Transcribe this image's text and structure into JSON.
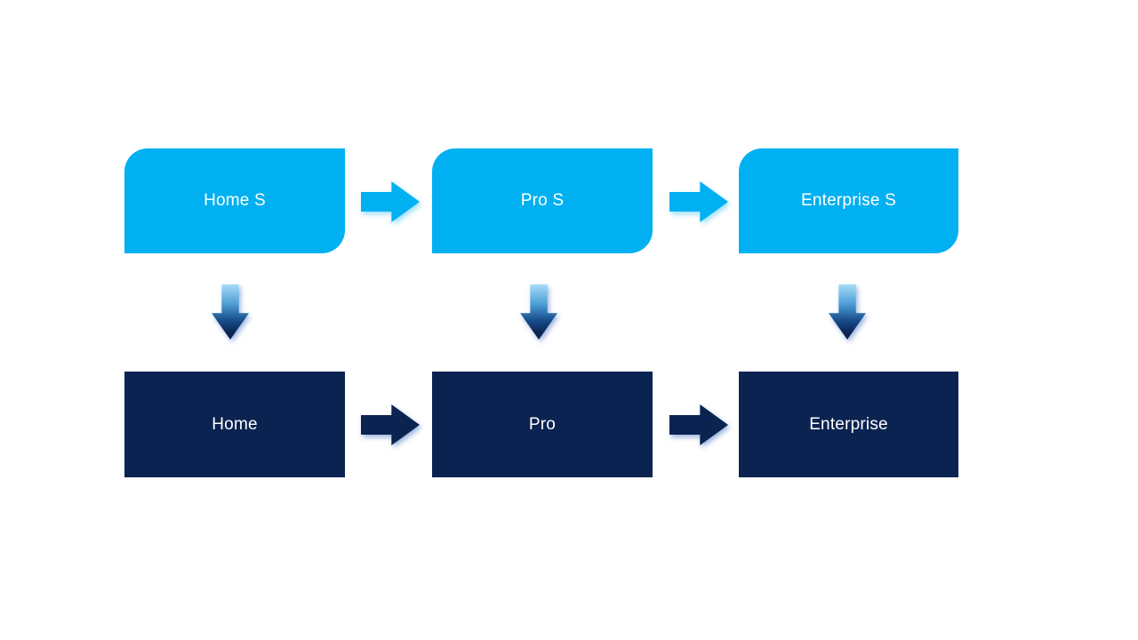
{
  "diagram": {
    "colors": {
      "background": "#ffffff",
      "light_blue": "#00b0f0",
      "dark_navy": "#0b2350",
      "text": "#ffffff"
    },
    "top_row": [
      {
        "label": "Home S"
      },
      {
        "label": "Pro S"
      },
      {
        "label": "Enterprise S"
      }
    ],
    "bottom_row": [
      {
        "label": "Home"
      },
      {
        "label": "Pro"
      },
      {
        "label": "Enterprise"
      }
    ]
  }
}
